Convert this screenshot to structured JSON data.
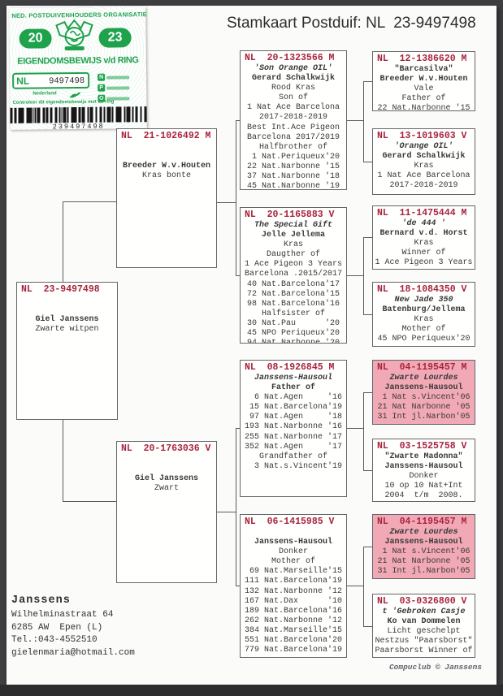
{
  "page": {
    "title": "Stamkaart Postduif: NL  23-9497498",
    "footer_credit": "Compuclub © Janssens"
  },
  "stamp": {
    "org": "NED. POSTDUIVENHOUDERS ORGANISATIE",
    "year_left": "20",
    "year_right": "23",
    "title": "EIGENDOMSBEWIJS v/d RING",
    "country": "NL",
    "ring_number": "9497498",
    "country_label": "Nederland",
    "note": "Controleer dit eigendomsbewijs met de ring",
    "legend": [
      "N",
      "P",
      "O"
    ],
    "barcode_number": "239497498",
    "green": "#1ea24c"
  },
  "owner": {
    "name": "Janssens",
    "address1": "Wilhelminastraat 64",
    "address2": "6285 AW  Epen (L)",
    "phone": "Tel.:043-4552510",
    "email": "gielenmaria@hotmail.com"
  },
  "colors": {
    "ring_red": "#a8253f",
    "pink_box": "#f2a9b6",
    "stamp_green": "#1ea24c"
  },
  "pedigree": {
    "boxes": {
      "subject": {
        "nl": "NL",
        "ring": "23-9497498",
        "sex": "",
        "pink": false,
        "lines": [
          {
            "t": "",
            "s": "n"
          },
          {
            "t": "",
            "s": "n"
          },
          {
            "t": "Giel Janssens",
            "s": "b"
          },
          {
            "t": "Zwarte witpen",
            "s": "n"
          }
        ]
      },
      "father": {
        "nl": "NL",
        "ring": "21-1026492",
        "sex": "M",
        "pink": false,
        "lines": [
          {
            "t": "",
            "s": "n"
          },
          {
            "t": "",
            "s": "n"
          },
          {
            "t": "Breeder W.v.Houten",
            "s": "b"
          },
          {
            "t": "Kras bonte",
            "s": "n"
          }
        ]
      },
      "mother": {
        "nl": "NL",
        "ring": "20-1763036",
        "sex": "V",
        "pink": false,
        "lines": [
          {
            "t": "",
            "s": "n"
          },
          {
            "t": "",
            "s": "n"
          },
          {
            "t": "Giel Janssens",
            "s": "b"
          },
          {
            "t": "Zwart",
            "s": "n"
          }
        ]
      },
      "gp1": {
        "nl": "NL",
        "ring": "20-1323566",
        "sex": "M",
        "pink": false,
        "lines": [
          {
            "t": "'Son Orange OIL'",
            "s": "bi"
          },
          {
            "t": "Gerard Schalkwijk",
            "s": "b"
          },
          {
            "t": "Rood Kras",
            "s": "n"
          },
          {
            "t": "Son of",
            "s": "n"
          },
          {
            "t": "1 Nat Ace Barcelona",
            "s": "n"
          },
          {
            "t": "2017-2018-2019",
            "s": "n"
          },
          {
            "t": "Best Int.Ace Pigeon",
            "s": "n"
          },
          {
            "t": "Barcelona 2017/2019",
            "s": "n"
          },
          {
            "t": "Halfbrother of",
            "s": "n"
          },
          {
            "t": " 1 Nat.Periqueux'20",
            "s": "n"
          },
          {
            "t": "22 Nat.Narbonne '15",
            "s": "n"
          },
          {
            "t": "37 Nat.Narbonne '18",
            "s": "n"
          },
          {
            "t": "45 Nat.Narbonne '19",
            "s": "n"
          }
        ]
      },
      "gp2": {
        "nl": "NL",
        "ring": "20-1165883",
        "sex": "V",
        "pink": false,
        "lines": [
          {
            "t": "The Special Gift",
            "s": "bi"
          },
          {
            "t": "Jelle Jellema",
            "s": "b"
          },
          {
            "t": "Kras",
            "s": "n"
          },
          {
            "t": "Daugther of",
            "s": "n"
          },
          {
            "t": "1 Ace Pigeon 3 Years",
            "s": "n"
          },
          {
            "t": "Barcelona .2015/2017",
            "s": "n"
          },
          {
            "t": "40 Nat.Barcelona'17",
            "s": "n"
          },
          {
            "t": "72 Nat.Barcelona'15",
            "s": "n"
          },
          {
            "t": "98 Nat.Barcelona'16",
            "s": "n"
          },
          {
            "t": "Halfsister of",
            "s": "n"
          },
          {
            "t": "30 Nat.Pau      '20",
            "s": "n"
          },
          {
            "t": "45 NPO Periqueux'20",
            "s": "n"
          },
          {
            "t": "94 Nat.Narbonne '20",
            "s": "n"
          }
        ]
      },
      "gp3": {
        "nl": "NL",
        "ring": "08-1926845",
        "sex": "M",
        "pink": false,
        "lines": [
          {
            "t": "Janssens-Hausoul",
            "s": "bi"
          },
          {
            "t": "Father of",
            "s": "b"
          },
          {
            "t": "  6 Nat.Agen     '16",
            "s": "n"
          },
          {
            "t": " 15 Nat.Barcelona'19",
            "s": "n"
          },
          {
            "t": " 97 Nat.Agen     '18",
            "s": "n"
          },
          {
            "t": "193 Nat.Narbonne '16",
            "s": "n"
          },
          {
            "t": "255 Nat.Narbonne '17",
            "s": "n"
          },
          {
            "t": "352 Nat.Agen     '17",
            "s": "n"
          },
          {
            "t": "Grandfather of",
            "s": "n"
          },
          {
            "t": "  3 Nat.s.Vincent'19",
            "s": "n"
          }
        ]
      },
      "gp4": {
        "nl": "NL",
        "ring": "06-1415985",
        "sex": "V",
        "pink": false,
        "lines": [
          {
            "t": "",
            "s": "n"
          },
          {
            "t": "Janssens-Hausoul",
            "s": "b"
          },
          {
            "t": "Donker",
            "s": "n"
          },
          {
            "t": "Mother of",
            "s": "n"
          },
          {
            "t": " 69 Nat.Marseille'15",
            "s": "n"
          },
          {
            "t": "111 Nat.Barcelona'19",
            "s": "n"
          },
          {
            "t": "132 Nat.Narbonne '12",
            "s": "n"
          },
          {
            "t": "167 Nat.Dax      '10",
            "s": "n"
          },
          {
            "t": "189 Nat.Barcelona'16",
            "s": "n"
          },
          {
            "t": "262 Nat.Narbonne '12",
            "s": "n"
          },
          {
            "t": "384 Nat.Marseille'15",
            "s": "n"
          },
          {
            "t": "551 Nat.Barcelona'20",
            "s": "n"
          },
          {
            "t": "779 Nat.Barcelona'19",
            "s": "n"
          }
        ]
      },
      "ggp1": {
        "nl": "NL",
        "ring": "12-1386620",
        "sex": "M",
        "pink": false,
        "lines": [
          {
            "t": "\"Barcasilva\"",
            "s": "b"
          },
          {
            "t": "Breeder W.v.Houten",
            "s": "b"
          },
          {
            "t": "Vale",
            "s": "n"
          },
          {
            "t": "Father of",
            "s": "n"
          },
          {
            "t": "22 Nat.Narbonne '15",
            "s": "n"
          }
        ]
      },
      "ggp2": {
        "nl": "NL",
        "ring": "13-1019603",
        "sex": "V",
        "pink": false,
        "lines": [
          {
            "t": "'Orange OIL'",
            "s": "bi"
          },
          {
            "t": "Gerard Schalkwijk",
            "s": "b"
          },
          {
            "t": "Kras",
            "s": "n"
          },
          {
            "t": "1 Nat Ace Barcelona",
            "s": "n"
          },
          {
            "t": "2017-2018-2019",
            "s": "n"
          }
        ]
      },
      "ggp3": {
        "nl": "NL",
        "ring": "11-1475444",
        "sex": "M",
        "pink": false,
        "lines": [
          {
            "t": "'de 444 '",
            "s": "bi"
          },
          {
            "t": "Bernard v.d. Horst",
            "s": "b"
          },
          {
            "t": "Kras",
            "s": "n"
          },
          {
            "t": "Winner of",
            "s": "n"
          },
          {
            "t": "1 Ace Pigeon 3 Years",
            "s": "n"
          }
        ]
      },
      "ggp4": {
        "nl": "NL",
        "ring": "18-1084350",
        "sex": "V",
        "pink": false,
        "lines": [
          {
            "t": "New Jade 350",
            "s": "bi"
          },
          {
            "t": "Batenburg/Jellema",
            "s": "b"
          },
          {
            "t": "Kras",
            "s": "n"
          },
          {
            "t": "Mother of",
            "s": "n"
          },
          {
            "t": "45 NPO Periqueux'20",
            "s": "n"
          }
        ]
      },
      "ggp5": {
        "nl": "NL",
        "ring": "04-1195457",
        "sex": "M",
        "pink": true,
        "lines": [
          {
            "t": "Zwarte Lourdes",
            "s": "bi"
          },
          {
            "t": "Janssens-Hausoul",
            "s": "b"
          },
          {
            "t": " 1 Nat s.Vincent'06",
            "s": "n"
          },
          {
            "t": "21 Nat Narbonne '05",
            "s": "n"
          },
          {
            "t": "31 Int jl.Narbon'05",
            "s": "n"
          }
        ]
      },
      "ggp6": {
        "nl": "NL",
        "ring": "03-1525758",
        "sex": "V",
        "pink": false,
        "lines": [
          {
            "t": "\"Zwarte Madonna\"",
            "s": "b"
          },
          {
            "t": "Janssens-Hausoul",
            "s": "b"
          },
          {
            "t": "Donker",
            "s": "n"
          },
          {
            "t": "10 op 10 Nat+Int",
            "s": "n"
          },
          {
            "t": "2004  t/m  2008.",
            "s": "n"
          }
        ]
      },
      "ggp7": {
        "nl": "NL",
        "ring": "04-1195457",
        "sex": "M",
        "pink": true,
        "lines": [
          {
            "t": "Zwarte Lourdes",
            "s": "bi"
          },
          {
            "t": "Janssens-Hausoul",
            "s": "b"
          },
          {
            "t": " 1 Nat s.Vincent'06",
            "s": "n"
          },
          {
            "t": "21 Nat Narbonne '05",
            "s": "n"
          },
          {
            "t": "31 Int jl.Narbon'05",
            "s": "n"
          }
        ]
      },
      "ggp8": {
        "nl": "NL",
        "ring": "03-0326800",
        "sex": "V",
        "pink": false,
        "lines": [
          {
            "t": "t 'Gebroken Casje",
            "s": "bi"
          },
          {
            "t": "Ko van Dommelen",
            "s": "b"
          },
          {
            "t": "Licht geschelpt",
            "s": "n"
          },
          {
            "t": "Nestzus \"Paarsborst\"",
            "s": "n"
          },
          {
            "t": "Paarsborst Winner of",
            "s": "n"
          }
        ]
      }
    }
  }
}
